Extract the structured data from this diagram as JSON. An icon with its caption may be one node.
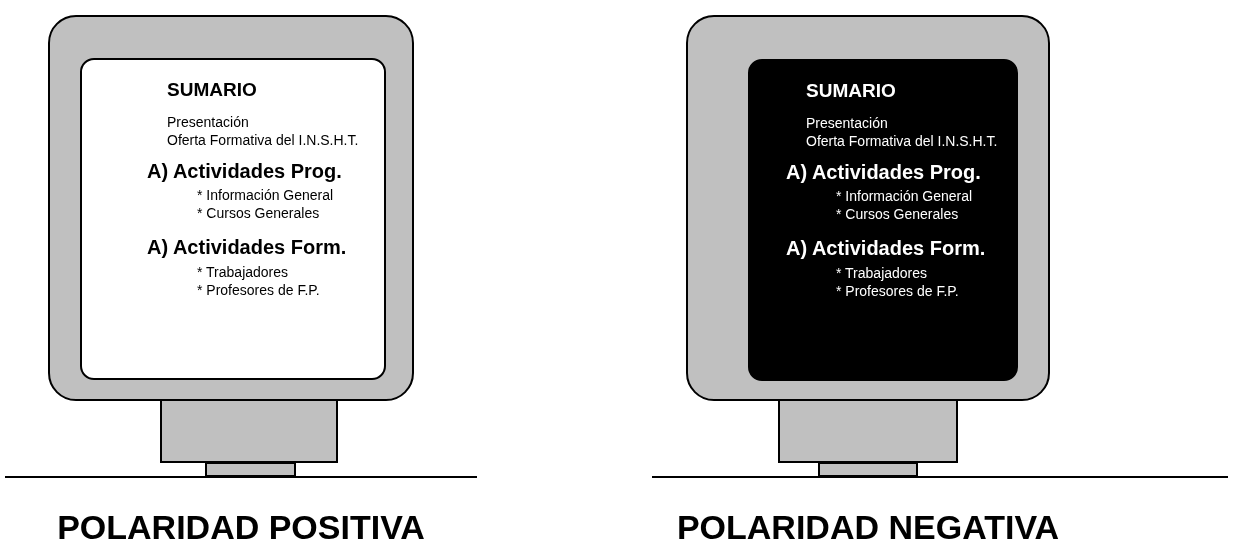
{
  "diagram": {
    "nodes": [
      {
        "text": [
          "SUMARIO",
          "Presentación",
          "Oferta Formativa del I.N.S.H.T.",
          "A) Actividades Prog.",
          "* Información General",
          "* Cursos Generales",
          "A) Actividades Form.",
          "* Trabajadores",
          "* Profesores de F.P."
        ]
      },
      {
        "text": [
          "SUMARIO",
          "Presentación",
          "Oferta Formativa del I.N.S.H.T.",
          "A) Actividades Prog.",
          "* Información General",
          "* Cursos Generales",
          "A) Actividades Form.",
          "* Trabajadores",
          "* Profesores de F.P."
        ]
      }
    ],
    "edges": [],
    "labels": [
      "POLARIDAD POSITIVA",
      "POLARIDAD NEGATIVA"
    ]
  }
}
